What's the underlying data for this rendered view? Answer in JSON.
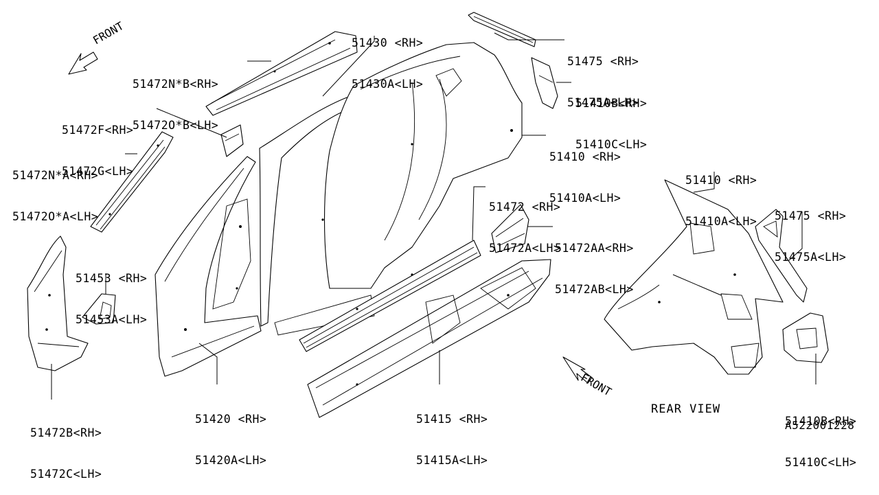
{
  "parts": {
    "p51430": {
      "rh": "51430 <RH>",
      "lh": "51430A<LH>"
    },
    "p51475_top": {
      "rh": "51475 <RH>",
      "lh": "51475A<LH>"
    },
    "p51472n_b": {
      "rh": "51472N*B<RH>",
      "lh": "51472O*B<LH>"
    },
    "p51410b_top": {
      "rh": "51410B<RH>",
      "lh": "51410C<LH>"
    },
    "p51472f": {
      "rh": "51472F<RH>",
      "lh": "51472G<LH>"
    },
    "p51410_mid": {
      "rh": "51410 <RH>",
      "lh": "51410A<LH>"
    },
    "p51472n_a": {
      "rh": "51472N*A<RH>",
      "lh": "51472O*A<LH>"
    },
    "p51410_rear": {
      "rh": "51410 <RH>",
      "lh": "51410A<LH>"
    },
    "p51472": {
      "rh": "51472 <RH>",
      "lh": "51472A<LH>"
    },
    "p51475_rear": {
      "rh": "51475 <RH>",
      "lh": "51475A<LH>"
    },
    "p51472aa": {
      "rh": "51472AA<RH>",
      "lh": "51472AB<LH>"
    },
    "p51453": {
      "rh": "51453 <RH>",
      "lh": "51453A<LH>"
    },
    "p51420": {
      "rh": "51420 <RH>",
      "lh": "51420A<LH>"
    },
    "p51415": {
      "rh": "51415 <RH>",
      "lh": "51415A<LH>"
    },
    "p51472b": {
      "rh": "51472B<RH>",
      "lh": "51472C<LH>"
    },
    "p51410b_rear": {
      "rh": "51410B<RH>",
      "lh": "51410C<LH>"
    }
  },
  "front_label_top": "FRONT",
  "front_label_rear": "FRONT",
  "rear_view_caption": "REAR VIEW",
  "diagram_code": "A522001228"
}
